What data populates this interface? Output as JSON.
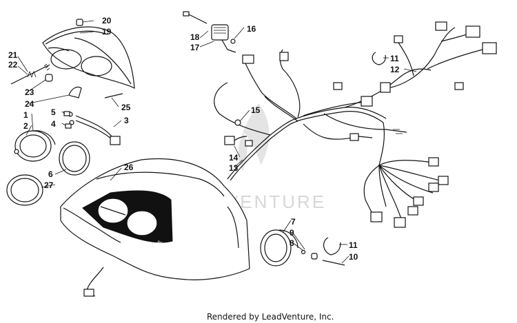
{
  "callouts": {
    "c1": "1",
    "c2": "2",
    "c3": "3",
    "c4": "4",
    "c5": "5",
    "c6": "6",
    "c7": "7",
    "c8": "8",
    "c9": "9",
    "c10": "10",
    "c11a": "11",
    "c11b": "11",
    "c12": "12",
    "c13": "13",
    "c14": "14",
    "c15": "15",
    "c16": "16",
    "c17": "17",
    "c18": "18",
    "c19": "19",
    "c20": "20",
    "c21": "21",
    "c22": "22",
    "c23": "23",
    "c24": "24",
    "c25": "25",
    "c26": "26",
    "c27": "27"
  },
  "badge_text": "BEARCAT",
  "watermark": "LEADVENTURE",
  "footer": "Rendered by LeadVenture, Inc."
}
